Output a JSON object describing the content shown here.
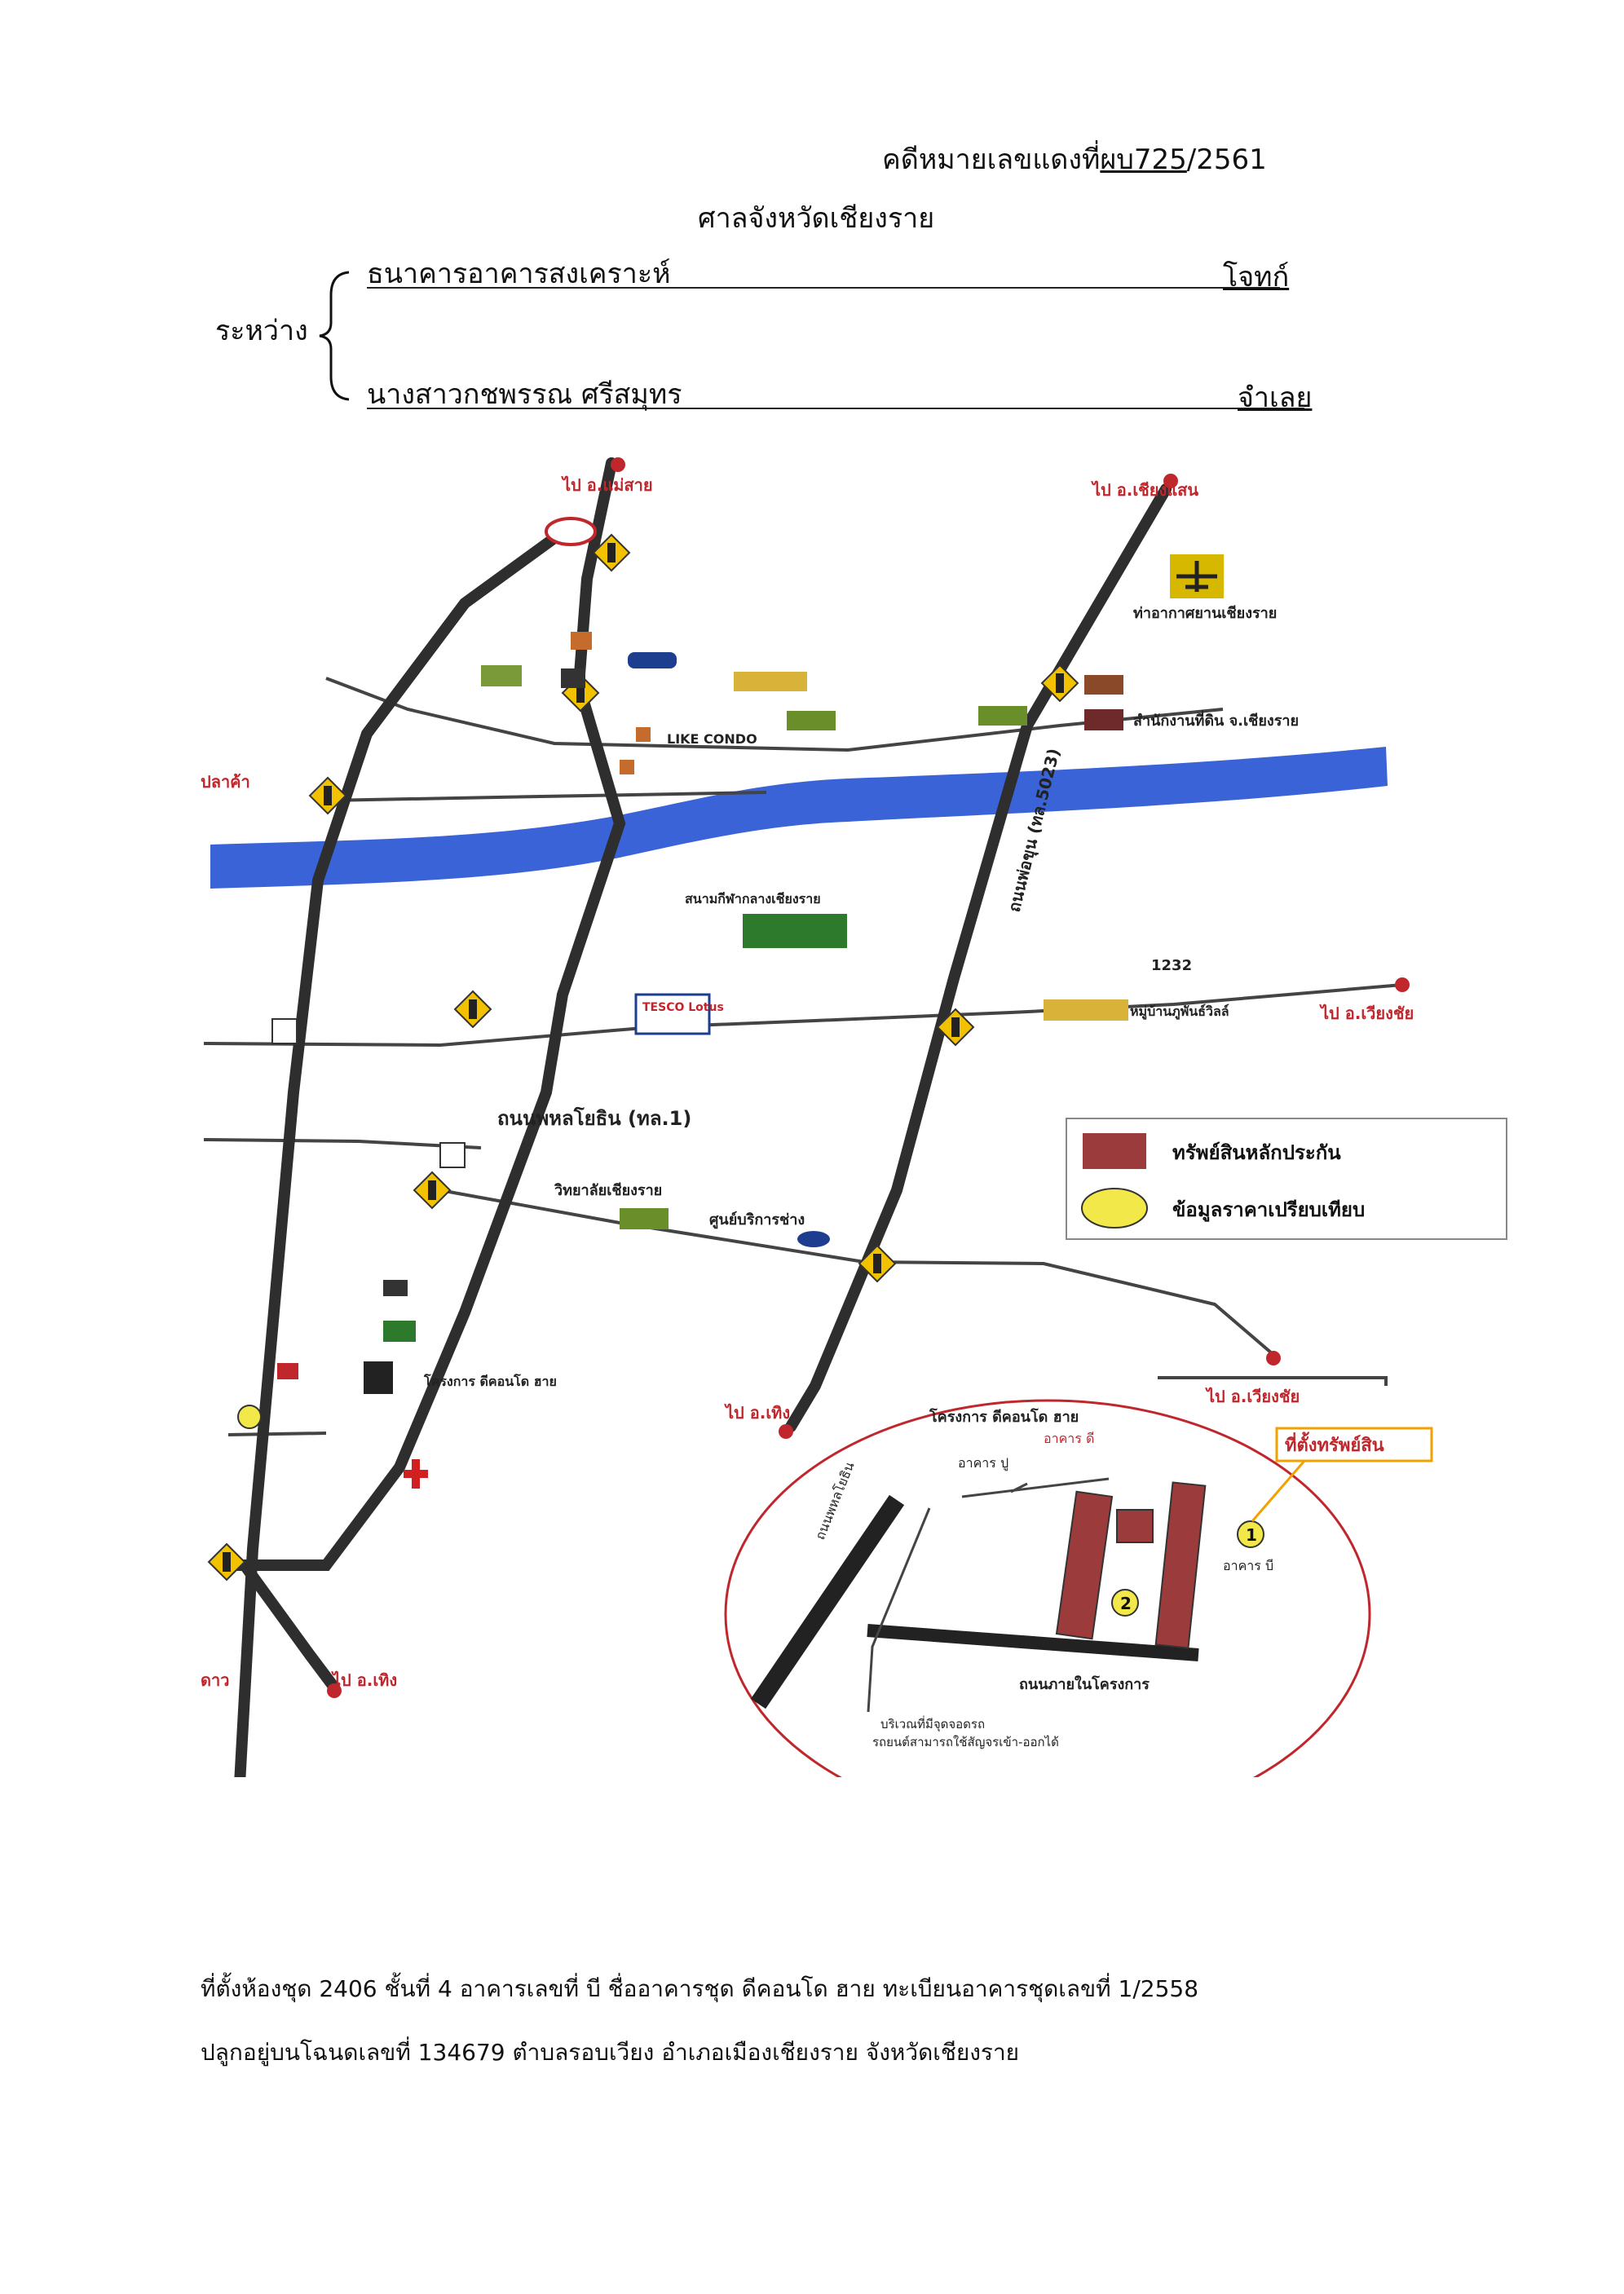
{
  "header": {
    "case_label": "คดีหมายเลขแดงที่",
    "case_number": "ผบ725",
    "case_year": "/2561",
    "court": "ศาลจังหวัดเชียงราย",
    "between_label": "ระหว่าง",
    "plaintiff_name": "ธนาคารอาคารสงเคราะห์",
    "plaintiff_role": "โจทก์",
    "defendant_name": "นางสาวกชพรรณ   ศรีสมุทร",
    "defendant_role": "จำเลย"
  },
  "map": {
    "to_mae_sai": "ไป อ.แม่สาย",
    "to_chiang_saen": "ไป อ.เชียงแสน",
    "to_wiang_chai_east": "ไป อ.เวียงชัย",
    "to_wiang_chai_south": "ไป อ.เวียงชัย",
    "to_thoeng_center": "ไป อ.เทิง",
    "to_thoeng_sw": "ไป อ.เทิง",
    "pla_kha": "ปลาค้า",
    "dao": "ดาว",
    "like_condo": "LIKE CONDO",
    "tesco": "TESCO Lotus",
    "phahonyothin": "ถนนพหลโยธิน (ทล.1)",
    "road_5023": "ถนนพ่อขุน (ทล.5023)",
    "road_1232": "1232",
    "stadium": "สนามกีฬากลางเชียงราย",
    "airport": "ท่าอากาศยานเชียงราย",
    "land_office": "สำนักงานที่ดิน จ.เชียงราย",
    "school": "วิทยาลัยเชียงราย",
    "service_center": "ศูนย์บริการช่าง",
    "village": "หมู่บ้านภูพันธ์วิลล์",
    "project_top": "โครงการ ดีคอนโด ฮาย",
    "project_inset": "โครงการ ดีคอนโด ฮาย",
    "inset_road_left": "ถนนพหลโยธิน",
    "inset_road_bottom": "ถนนภายในโครงการ",
    "inset_note_1": "บริเวณที่มีจุดจอดรถ",
    "inset_note_2": "รถยนต์สามารถใช้สัญจรเข้า-ออกได้",
    "inset_building_a": "อาคาร ปู",
    "inset_building_b": "อาคาร บี",
    "inset_building_c": "อาคาร ดี",
    "marker_1": "1",
    "marker_2": "2",
    "callout": "ที่ตั้งทรัพย์สิน",
    "legend_collateral": "ทรัพย์สินหลักประกัน",
    "legend_comparison": "ข้อมูลราคาเปรียบเทียบ"
  },
  "footer": {
    "line1": "ที่ตั้งห้องชุด  2406 ชั้นที่  4 อาคารเลขที่ บี  ชื่ออาคารชุด  ดีคอนโด ฮาย ทะเบียนอาคารชุดเลขที่  1/2558",
    "line2": "ปลูกอยู่บนโฉนดเลขที่  134679   ตำบลรอบเวียง  อำเภอเมืองเชียงราย   จังหวัดเชียงราย"
  },
  "colors": {
    "river": "#3a63d8",
    "road": "#333333",
    "collateral": "#9c3b3b",
    "comparison": "#f2e84a",
    "label_red": "#c0272d",
    "signal": "#f2c200"
  }
}
